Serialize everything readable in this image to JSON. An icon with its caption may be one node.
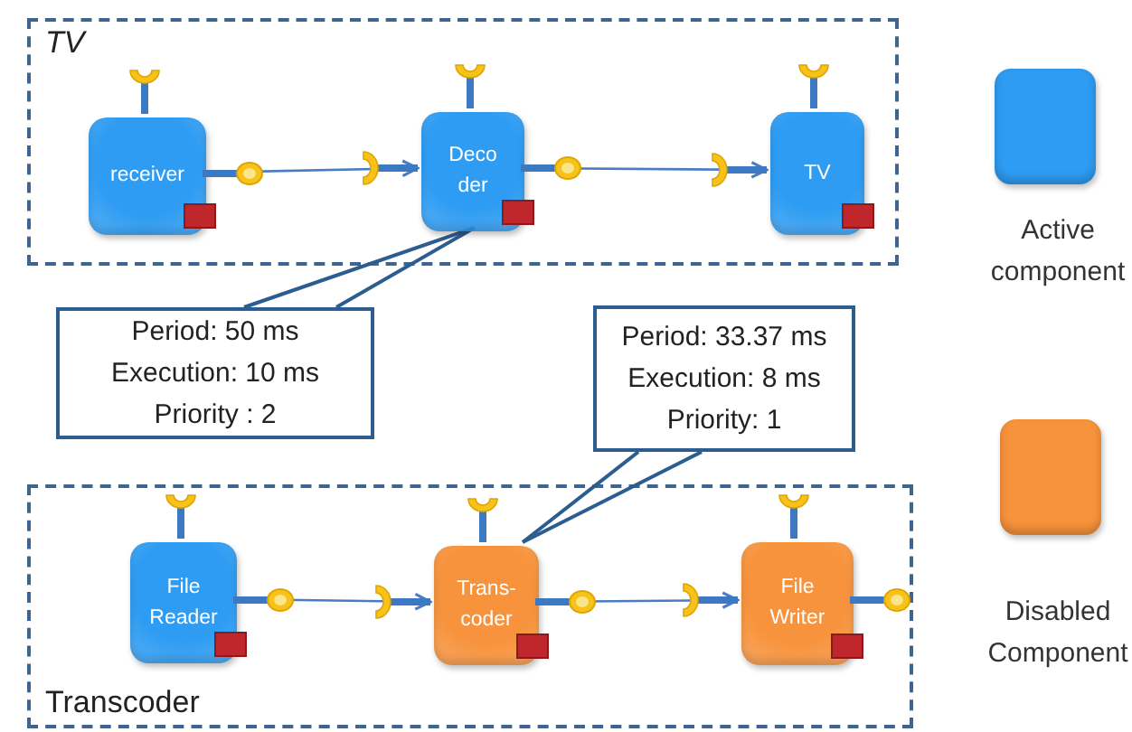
{
  "diagram": {
    "nodes": [
      {
        "text": [
          "TV"
        ]
      },
      {
        "text": [
          "receiver"
        ],
        "in": 0
      },
      {
        "text": [
          "Deco der"
        ],
        "in": 0
      },
      {
        "text": [
          "TV"
        ],
        "in": 0
      },
      {
        "text": [
          "Period: 50 ms",
          "Execution: 10 ms",
          "Priority : 2"
        ]
      },
      {
        "text": [
          "Period: 33.37 ms",
          "Execution: 8 ms",
          "Priority: 1"
        ]
      },
      {
        "text": [
          "Transcoder"
        ]
      },
      {
        "text": [
          "File Reader"
        ],
        "in": 6
      },
      {
        "text": [
          "Trans- coder"
        ],
        "in": 6
      },
      {
        "text": [
          "File Writer"
        ],
        "in": 6
      }
    ],
    "edges": [
      {
        "from": 1,
        "to": 2,
        "arrow": "to"
      },
      {
        "from": 2,
        "to": 3,
        "arrow": "to"
      },
      {
        "from": 4,
        "to": 2,
        "arrow": "none"
      },
      {
        "from": 5,
        "to": 8,
        "arrow": "none"
      },
      {
        "from": 7,
        "to": 8,
        "arrow": "to"
      },
      {
        "from": 8,
        "to": 9,
        "arrow": "to"
      }
    ],
    "legend": [
      {
        "text": "Active component",
        "color": "#2e9cf2"
      },
      {
        "text": "Disabled Component",
        "color": "#f7933c"
      }
    ]
  }
}
